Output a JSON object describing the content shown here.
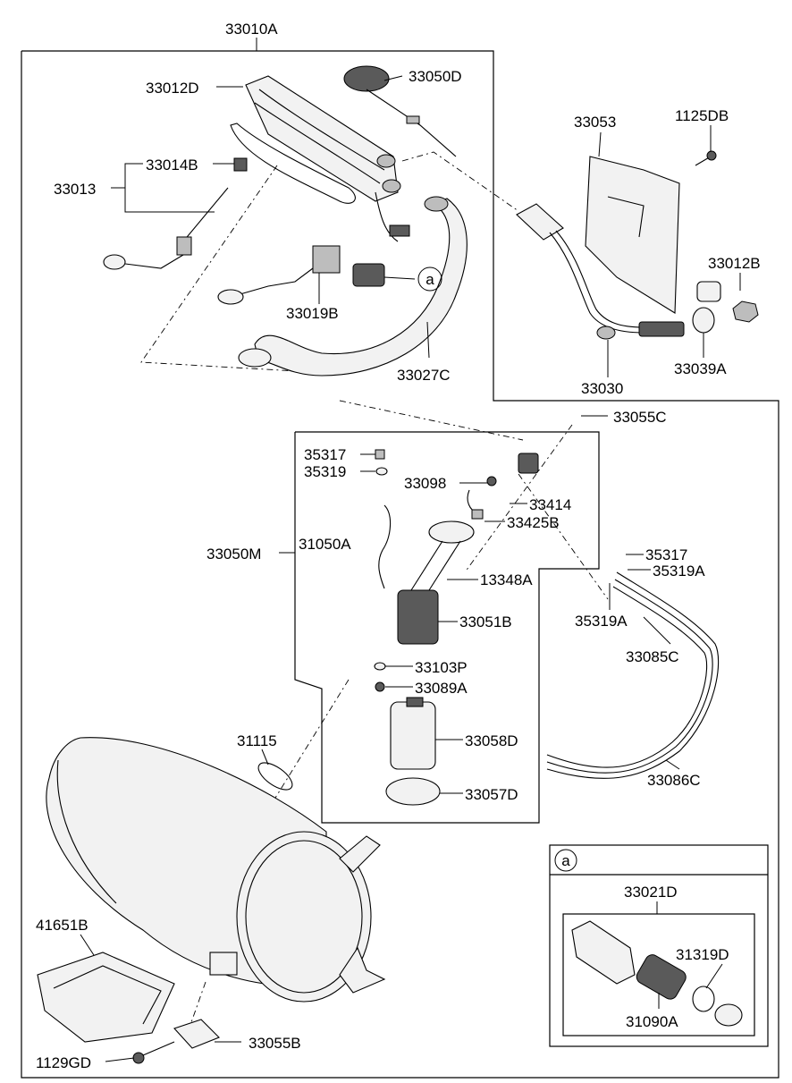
{
  "labels": {
    "p33010A": "33010A",
    "p33012D": "33012D",
    "p33050D": "33050D",
    "p33013": "33013",
    "p33014B": "33014B",
    "p33019B": "33019B",
    "p33027C": "33027C",
    "p33053": "33053",
    "p1125DB": "1125DB",
    "p33012B": "33012B",
    "p33039A": "33039A",
    "p33030": "33030",
    "p33055C": "33055C",
    "p35317a": "35317",
    "p35319": "35319",
    "p33098": "33098",
    "p33414": "33414",
    "p33425B": "33425B",
    "p33050M": "33050M",
    "p31050A": "31050A",
    "p13348A": "13348A",
    "p33051B": "33051B",
    "p35317b": "35317",
    "p35319Aa": "35319A",
    "p35319Ab": "35319A",
    "p33085C": "33085C",
    "p33103P": "33103P",
    "p33089A": "33089A",
    "p31115": "31115",
    "p33058D": "33058D",
    "p33057D": "33057D",
    "p33086C": "33086C",
    "p33021D": "33021D",
    "p31319D": "31319D",
    "p31090A": "31090A",
    "p41651B": "41651B",
    "p33055B": "33055B",
    "p1129GD": "1129GD"
  },
  "callouts": {
    "a_main": "a",
    "a_box": "a"
  }
}
